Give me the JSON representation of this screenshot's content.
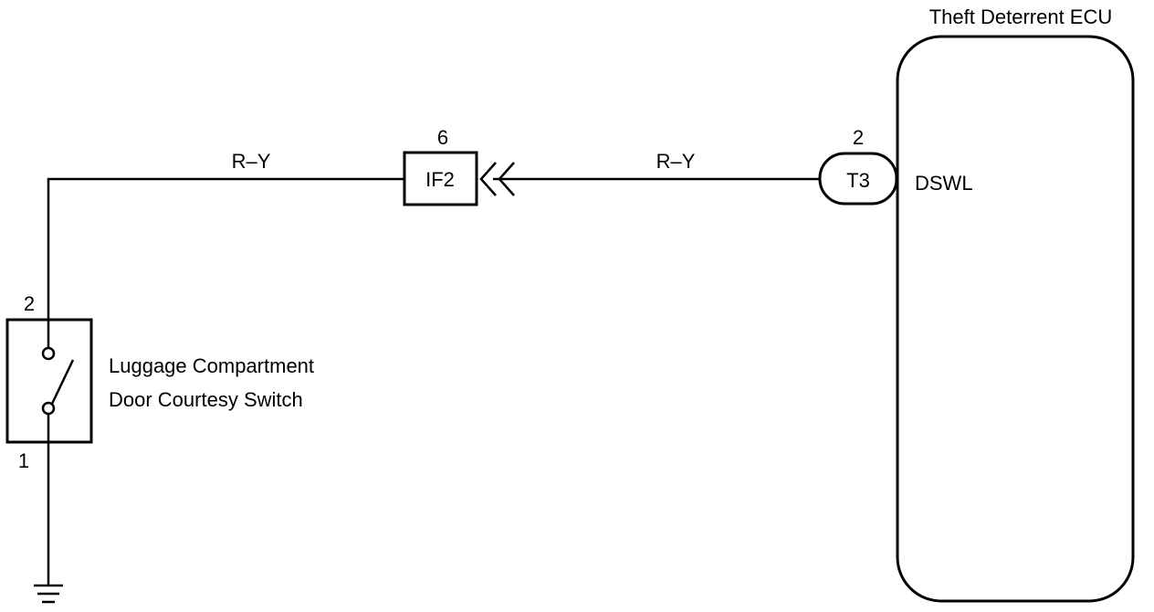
{
  "ecu": {
    "title": "Theft Deterrent ECU",
    "terminal_name": "DSWL"
  },
  "connector_t3": {
    "label": "T3",
    "pin": "2"
  },
  "connector_if2": {
    "label": "IF2",
    "pin": "6"
  },
  "wire_colors": {
    "left": "R–Y",
    "right": "R–Y"
  },
  "switch": {
    "name_line1": "Luggage Compartment",
    "name_line2": "Door Courtesy Switch",
    "pin_top": "2",
    "pin_bottom": "1"
  },
  "colors": {
    "line": "#000000",
    "background": "#ffffff"
  }
}
